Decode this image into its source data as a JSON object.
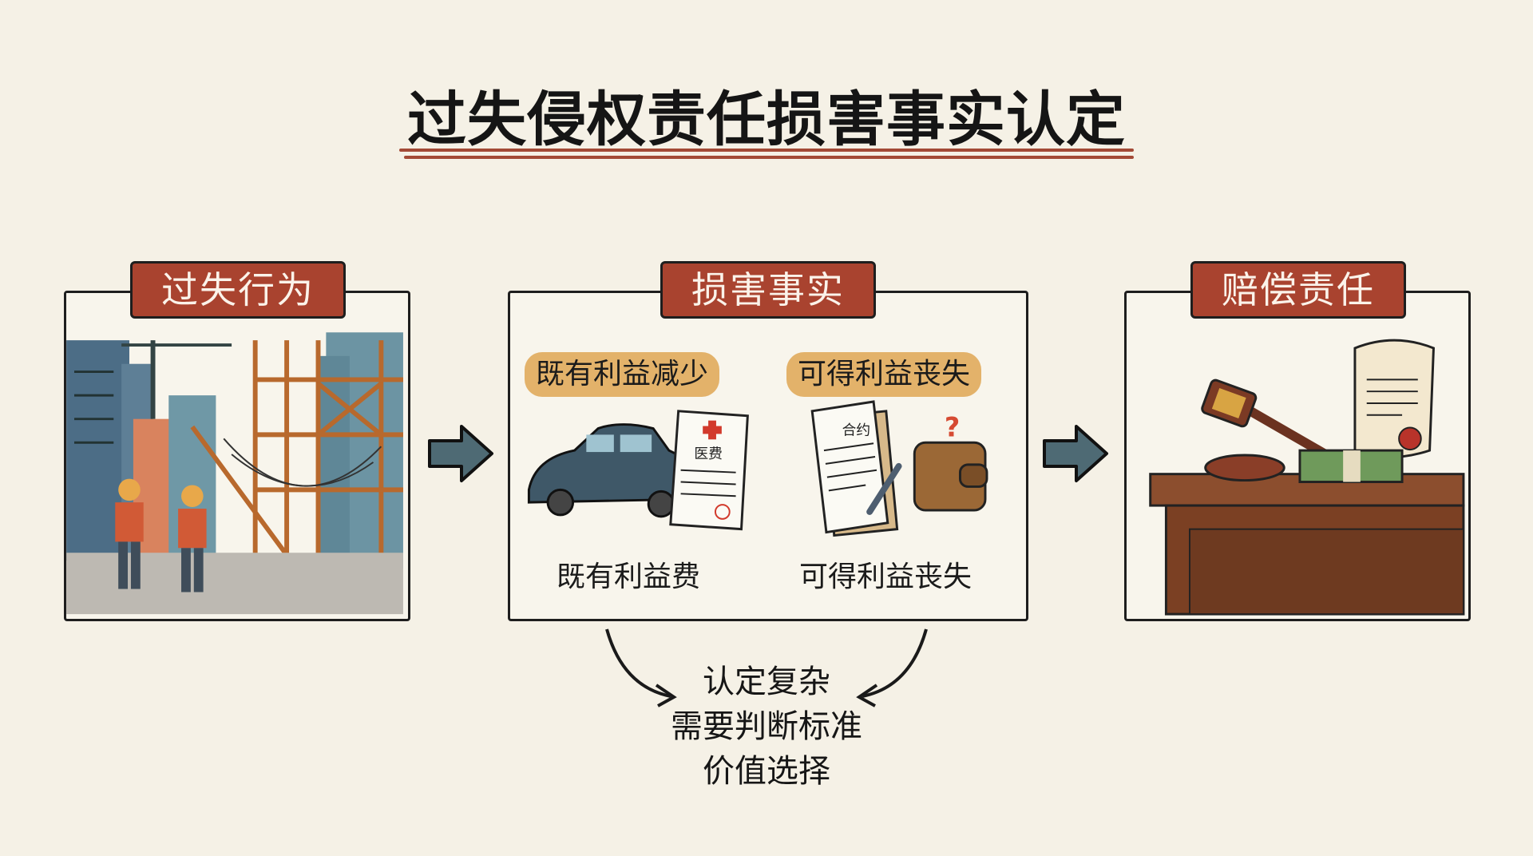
{
  "title": "过失侵权责任损害事实认定",
  "colors": {
    "background": "#f5f1e6",
    "tag_fill": "#a9432f",
    "chip_fill": "#e3b26a",
    "underline": "#a34a36",
    "arrow_fill": "#4e6a74"
  },
  "panels": [
    {
      "tag": "过失行为",
      "illustration": "construction-site-icon"
    },
    {
      "tag": "损害事实",
      "chips": [
        "既有利益减少",
        "可得利益丧失"
      ],
      "items": [
        {
          "illustration": "car-crash-medical-bill-icon",
          "doc_label": "医费",
          "caption": "既有利益费"
        },
        {
          "illustration": "contract-wallet-icon",
          "doc_label": "合约",
          "caption": "可得利益丧失"
        }
      ]
    },
    {
      "tag": "赔偿责任",
      "illustration": "gavel-money-certificate-icon"
    }
  ],
  "note_lines": [
    "认定复杂",
    "需要判断标准",
    "价值选择"
  ]
}
